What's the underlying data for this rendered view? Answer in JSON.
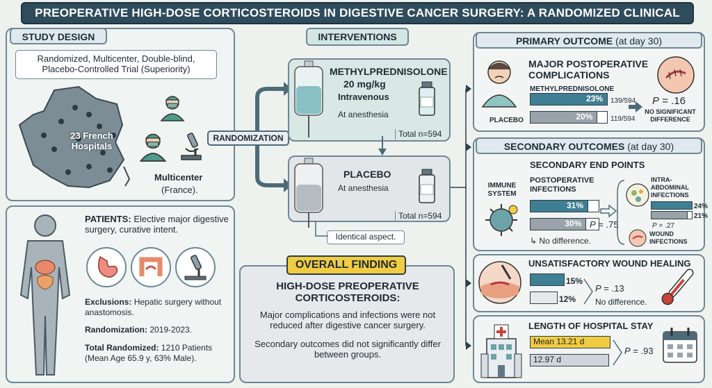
{
  "title": "PREOPERATIVE HIGH-DOSE CORTICOSTEROIDS IN DIGESTIVE CANCER SURGERY: A RANDOMIZED CLINICAL TRIAL",
  "study_design": {
    "header": "STUDY DESIGN",
    "trial_type": "Randomized, Multicenter, Double-blind, Placebo-Controlled Trial (Superiority)",
    "hospitals": "23 French Hospitals",
    "multicenter": "Multicenter",
    "country": "(France)."
  },
  "patients": {
    "label": "PATIENTS:",
    "text": "Elective major digestive surgery, curative intent.",
    "exclusions_label": "Exclusions:",
    "exclusions_text": "Hepatic surgery without anastomosis.",
    "randomization_label": "Randomization:",
    "randomization_text": "2019-2023.",
    "total_label": "Total Randomized:",
    "total_text": "1210 Patients (Mean Age 65.9 y, 63% Male)."
  },
  "interventions": {
    "header": "INTERVENTIONS",
    "randomization": "RANDOMIZATION",
    "drug_name": "METHYLPREDNISOLONE",
    "drug_dose": "20 mg/kg",
    "drug_route": "Intravenous",
    "drug_timing": "At anesthesia",
    "drug_total": "Total n=594",
    "placebo_name": "PLACEBO",
    "placebo_timing": "At anesthesia",
    "placebo_total": "Total n=594",
    "identical": "Identical aspect."
  },
  "overall": {
    "header": "OVERALL FINDING",
    "heading": "HIGH-DOSE PREOPERATIVE CORTICOSTEROIDS:",
    "p1": "Major complications and infections were not reduced after digestive cancer surgery.",
    "p2": "Secondary outcomes did not significantly differ between groups."
  },
  "primary": {
    "header_bold": "PRIMARY OUTCOME",
    "header_rest": "(at day 30)",
    "title": "MAJOR POSTOPERATIVE COMPLICATIONS",
    "drug_label": "METHYLPREDNISOLONE",
    "placebo_label": "PLACEBO",
    "drug_pct": "23%",
    "drug_pct_value": 23,
    "drug_count": "139/594",
    "placebo_pct": "20%",
    "placebo_pct_value": 20,
    "placebo_count": "119/594",
    "p_prefix": "P",
    "p_value": "= .16",
    "conclusion": "NO SIGNIFICANT DIFFERENCE"
  },
  "secondary": {
    "header_bold": "SECONDARY OUTCOMES",
    "header_rest": "(at day 30)",
    "endpoints_title": "SECONDARY END POINTS",
    "immune": "IMMUNE SYSTEM",
    "infections_title": "POSTOPERATIVE INFECTIONS",
    "inf_drug_pct": "31%",
    "inf_drug_value": 31,
    "inf_placebo_pct": "30%",
    "inf_placebo_value": 30,
    "inf_p": "= .75",
    "no_diff": "No difference.",
    "intra_title": "INTRA-ABDOMINAL INFECTIONS",
    "intra_drug_pct": "24%",
    "intra_drug_value": 24,
    "intra_placebo_pct": "21%",
    "intra_placebo_value": 21,
    "intra_p": "= .27",
    "wound_title": "WOUND INFECTIONS"
  },
  "wound": {
    "title": "UNSATISFACTORY WOUND HEALING",
    "drug_pct": "15%",
    "drug_value": 15,
    "placebo_pct": "12%",
    "placebo_value": 12,
    "p": "= .13",
    "no_diff": "No difference."
  },
  "stay": {
    "title": "LENGTH OF HOSPITAL STAY",
    "drug": "Mean 13.21 d",
    "placebo": "12.97 d",
    "p": "= .93"
  },
  "p_letter": "P",
  "colors": {
    "drug": "#3f7f93",
    "placebo": "#9aa3aa",
    "highlight": "#f0cc43",
    "title_bar": "#2f4c5c"
  }
}
